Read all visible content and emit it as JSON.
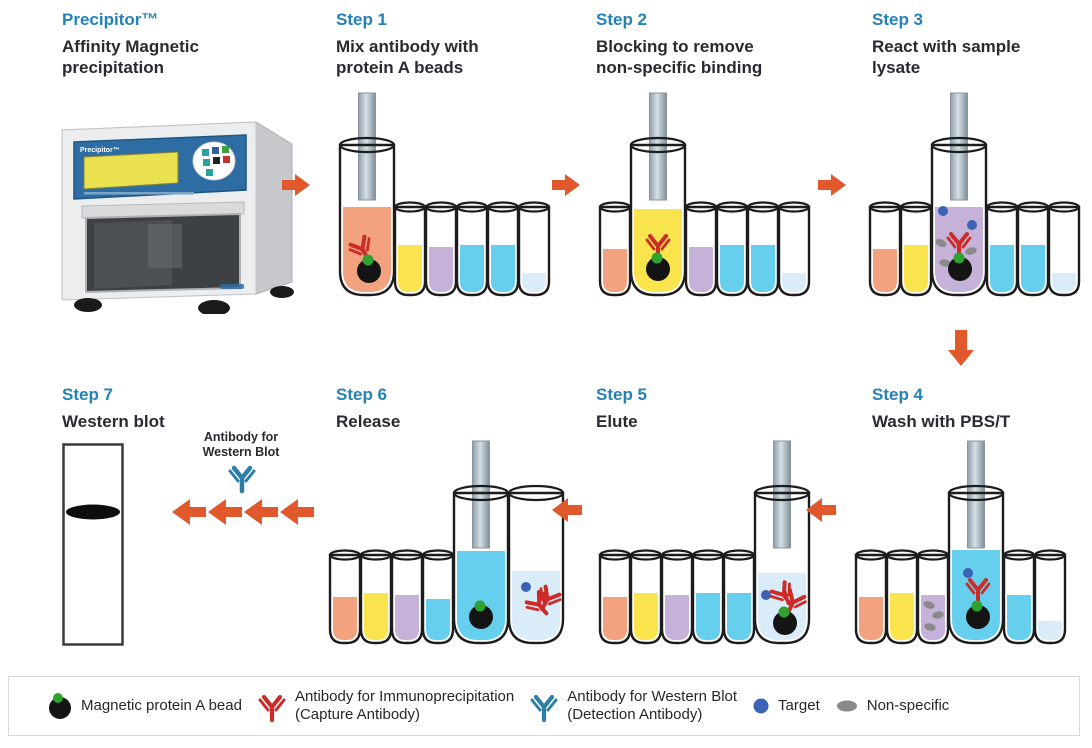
{
  "palette": {
    "accent_blue": "#2382B8",
    "heading_dark": "#2A2A32",
    "arrow_orange": "#E0582C",
    "tube_outline": "#1C1C1C",
    "tube_salmon": "#F2A27E",
    "tube_yellow": "#F9E44D",
    "tube_purple": "#C6B2D8",
    "tube_cyan": "#66CFEE",
    "tube_lightblue": "#D9ECF8",
    "bead_black": "#141414",
    "bead_green": "#2FA32F",
    "antibody_red": "#CC2B28",
    "antibody_blue": "#2E7FA8",
    "target_blue": "#3A62B5",
    "nonspecific_gray": "#8A8A8A",
    "rod_gray": "#B6C5CE",
    "device_panel_blue": "#2D6DA4",
    "device_screen_yellow": "#E9E14F"
  },
  "intro": {
    "label": "Precipitor™",
    "title": "Affinity Magnetic precipitation"
  },
  "device": {
    "panel_label": "Precipitor™"
  },
  "steps": [
    {
      "label": "Step 1",
      "title": "Mix antibody with protein A beads"
    },
    {
      "label": "Step 2",
      "title": "Blocking to remove non-specific binding"
    },
    {
      "label": "Step 3",
      "title": "React with sample lysate"
    },
    {
      "label": "Step 4",
      "title": "Wash with PBS/T"
    },
    {
      "label": "Step 5",
      "title": "Elute"
    },
    {
      "label": "Step 6",
      "title": "Release"
    },
    {
      "label": "Step 7",
      "title": "Western blot"
    }
  ],
  "annotations": {
    "western_blot_antibody": "Antibody for Western Blot"
  },
  "legend": {
    "items": [
      {
        "label": "Magnetic protein A bead",
        "sub": ""
      },
      {
        "label": "Antibody for Immunoprecipitation",
        "sub": "(Capture Antibody)"
      },
      {
        "label": "Antibody for Western Blot",
        "sub": "(Detection Antibody)"
      },
      {
        "label": "Target",
        "sub": ""
      },
      {
        "label": "Non-specific",
        "sub": ""
      }
    ]
  },
  "diagram": {
    "panels": {
      "step1": {
        "tubes": [
          {
            "size": "big",
            "fill": "salmon",
            "level": 88,
            "rod": true,
            "contents": [
              [
                "ab",
                -7,
                -50,
                -30
              ],
              [
                "bead",
                2,
                -24
              ]
            ]
          },
          {
            "size": "small",
            "fill": "yellow",
            "level": 50
          },
          {
            "size": "small",
            "fill": "purple",
            "level": 48
          },
          {
            "size": "small",
            "fill": "cyan",
            "level": 50
          },
          {
            "size": "small",
            "fill": "cyan",
            "level": 50
          },
          {
            "size": "small",
            "fill": "lightblue",
            "level": 22
          }
        ]
      },
      "step2": {
        "tubes": [
          {
            "size": "small",
            "fill": "salmon",
            "level": 46
          },
          {
            "size": "big",
            "fill": "yellow",
            "level": 86,
            "rod": true,
            "contents": [
              [
                "ab",
                0,
                -54,
                0
              ],
              [
                "bead",
                0,
                -26
              ]
            ]
          },
          {
            "size": "small",
            "fill": "purple",
            "level": 48
          },
          {
            "size": "small",
            "fill": "cyan",
            "level": 50
          },
          {
            "size": "small",
            "fill": "cyan",
            "level": 50
          },
          {
            "size": "small",
            "fill": "lightblue",
            "level": 22
          }
        ]
      },
      "step3": {
        "tubes": [
          {
            "size": "small",
            "fill": "salmon",
            "level": 46
          },
          {
            "size": "small",
            "fill": "yellow",
            "level": 50
          },
          {
            "size": "big",
            "fill": "purple",
            "level": 88,
            "rod": true,
            "contents": [
              [
                "target",
                -16,
                -84,
                0
              ],
              [
                "target",
                13,
                -70,
                0
              ],
              [
                "ab",
                0,
                -56,
                0
              ],
              [
                "nonspec",
                -18,
                -52,
                25
              ],
              [
                "nonspec",
                12,
                -44,
                -15
              ],
              [
                "nonspec",
                -14,
                -32,
                10
              ],
              [
                "bead",
                1,
                -26
              ]
            ]
          },
          {
            "size": "small",
            "fill": "cyan",
            "level": 50
          },
          {
            "size": "small",
            "fill": "cyan",
            "level": 50
          },
          {
            "size": "small",
            "fill": "lightblue",
            "level": 22
          }
        ]
      },
      "step4": {
        "tubes": [
          {
            "size": "small",
            "fill": "salmon",
            "level": 46
          },
          {
            "size": "small",
            "fill": "yellow",
            "level": 50
          },
          {
            "size": "small",
            "fill": "purple",
            "level": 48,
            "contents": [
              [
                "nonspec",
                -4,
                -38,
                20
              ],
              [
                "nonspec",
                5,
                -28,
                -10
              ],
              [
                "nonspec",
                -3,
                -16,
                15
              ]
            ]
          },
          {
            "size": "big",
            "fill": "cyan",
            "level": 93,
            "rod": true,
            "contents": [
              [
                "target",
                -8,
                -70,
                0
              ],
              [
                "ab",
                2,
                -58,
                0
              ],
              [
                "bead",
                2,
                -26
              ]
            ]
          },
          {
            "size": "small",
            "fill": "cyan",
            "level": 48
          },
          {
            "size": "small",
            "fill": "lightblue",
            "level": 22
          }
        ]
      },
      "step5": {
        "tubes": [
          {
            "size": "small",
            "fill": "salmon",
            "level": 46
          },
          {
            "size": "small",
            "fill": "yellow",
            "level": 50
          },
          {
            "size": "small",
            "fill": "purple",
            "level": 48
          },
          {
            "size": "small",
            "fill": "cyan",
            "level": 50
          },
          {
            "size": "small",
            "fill": "cyan",
            "level": 50
          },
          {
            "size": "big",
            "fill": "lightblue",
            "level": 70,
            "rod": true,
            "contents": [
              [
                "target",
                -16,
                -48,
                0
              ],
              [
                "ab",
                -1,
                -52,
                -35
              ],
              [
                "ab",
                13,
                -45,
                25
              ],
              [
                "bead",
                3,
                -20
              ]
            ]
          }
        ]
      },
      "step6": {
        "tubes": [
          {
            "size": "small",
            "fill": "salmon",
            "level": 46
          },
          {
            "size": "small",
            "fill": "yellow",
            "level": 50
          },
          {
            "size": "small",
            "fill": "purple",
            "level": 48
          },
          {
            "size": "small",
            "fill": "cyan",
            "level": 44
          },
          {
            "size": "big",
            "fill": "cyan",
            "level": 92,
            "rod": true,
            "contents": [
              [
                "bead",
                0,
                -26
              ]
            ]
          },
          {
            "size": "big",
            "fill": "lightblue",
            "level": 72,
            "rod": false,
            "contents": [
              [
                "target",
                -10,
                -56,
                0
              ],
              [
                "ab",
                0,
                -42,
                -40
              ],
              [
                "ab",
                14,
                -48,
                30
              ]
            ]
          }
        ]
      }
    }
  }
}
